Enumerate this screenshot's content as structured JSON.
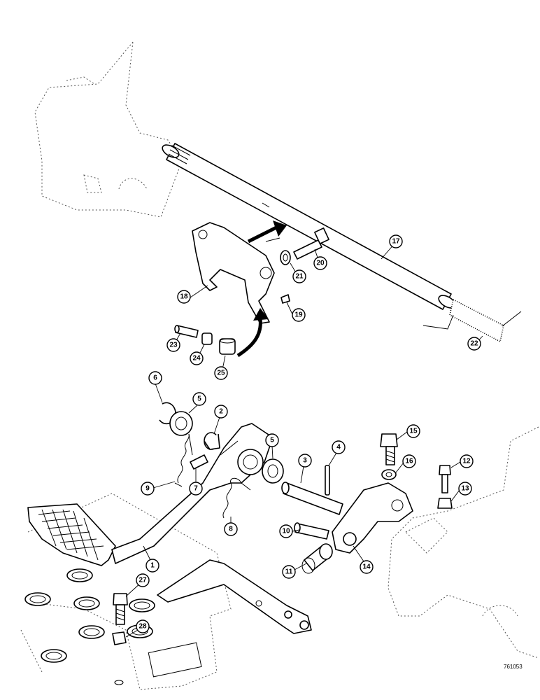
{
  "figure_id": "761053",
  "callouts": [
    "1",
    "2",
    "3",
    "4",
    "5",
    "5",
    "6",
    "7",
    "8",
    "9",
    "10",
    "11",
    "12",
    "13",
    "14",
    "15",
    "16",
    "17",
    "18",
    "19",
    "20",
    "21",
    "22",
    "23",
    "24",
    "25",
    "27",
    "28"
  ]
}
